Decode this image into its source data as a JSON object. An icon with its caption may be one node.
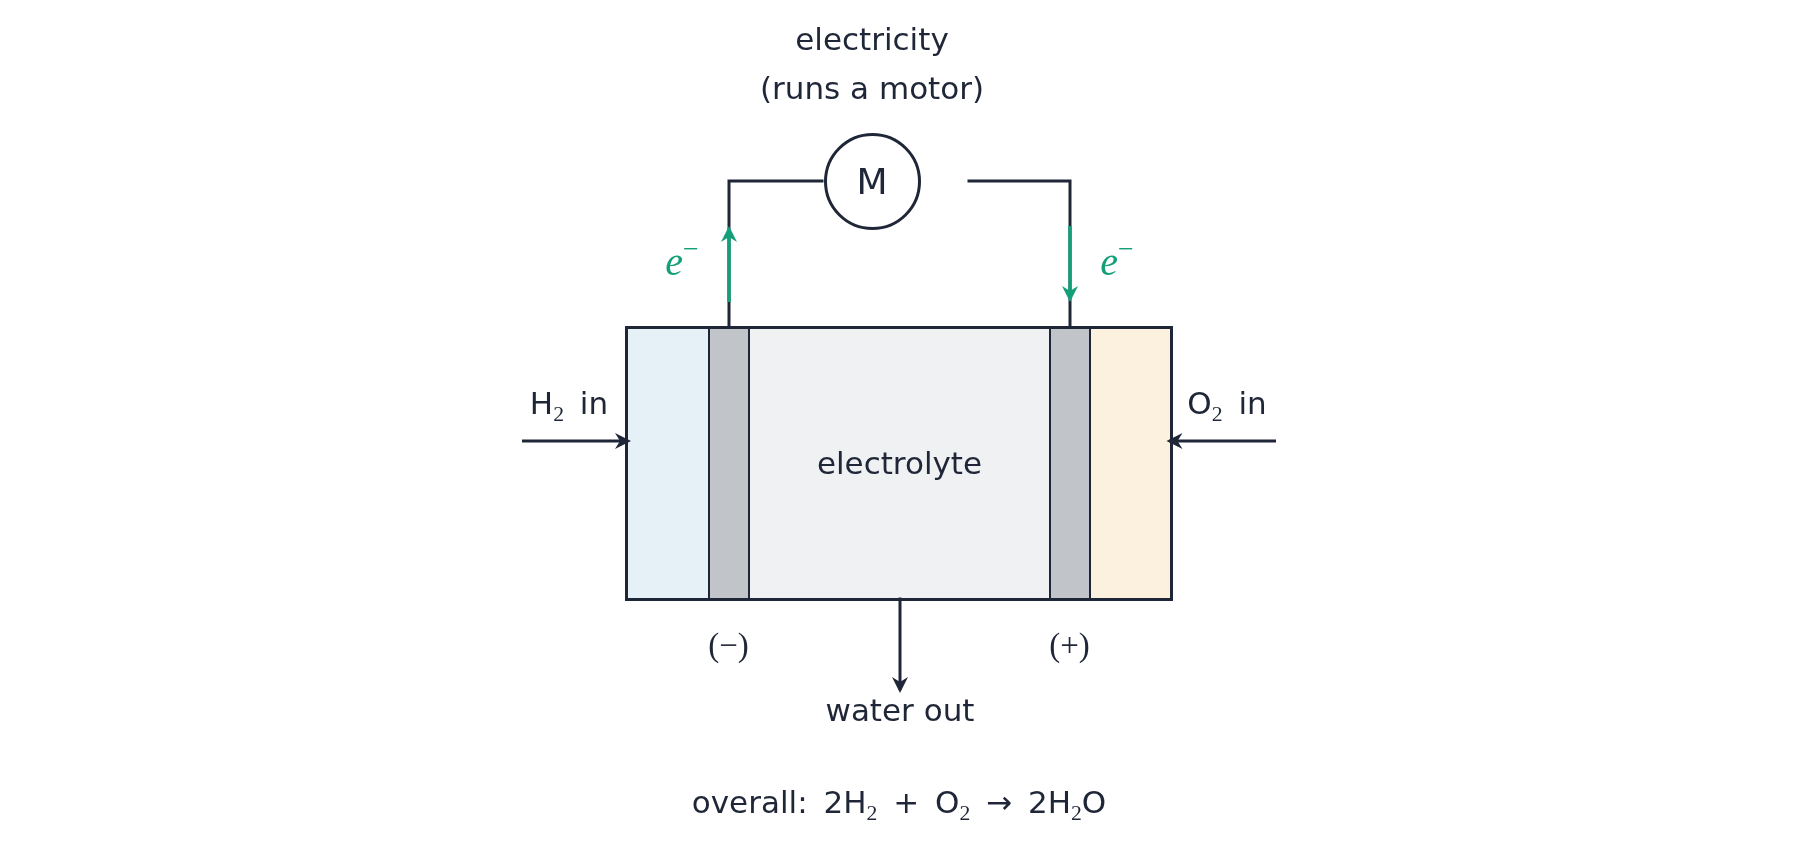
{
  "diagram": {
    "nodes": [
      {
        "text": [
          "M"
        ],
        "beside": [
          "electricity (runs a motor)"
        ]
      },
      {
        "text": [],
        "shape": "box"
      },
      {
        "text": [],
        "shape": "box",
        "in": 1
      },
      {
        "text": [],
        "shape": "bar",
        "in": 1,
        "beside": [
          "(−)"
        ]
      },
      {
        "text": [
          "electrolyte"
        ],
        "in": 1
      },
      {
        "text": [],
        "shape": "bar",
        "in": 1,
        "beside": [
          "(+)"
        ]
      },
      {
        "text": [],
        "shape": "box",
        "in": 1
      },
      {
        "text": [
          "water out"
        ]
      }
    ],
    "edges": [
      {
        "from": null,
        "to": 2,
        "arrow": "to",
        "label": "H$_{2}$ in"
      },
      {
        "from": null,
        "to": 6,
        "arrow": "to",
        "label": "O$_{2}$ in"
      },
      {
        "from": 3,
        "to": 0,
        "arrow": "none"
      },
      {
        "from": 0,
        "to": 5,
        "arrow": "none"
      },
      {
        "from": 4,
        "to": 7,
        "arrow": "to"
      }
    ],
    "labels": [
      "e$^{−}$",
      "e$^{−}$",
      "overall: 2H$_{2}$ + O$_{2}$ → 2H$_{2}$O"
    ]
  }
}
